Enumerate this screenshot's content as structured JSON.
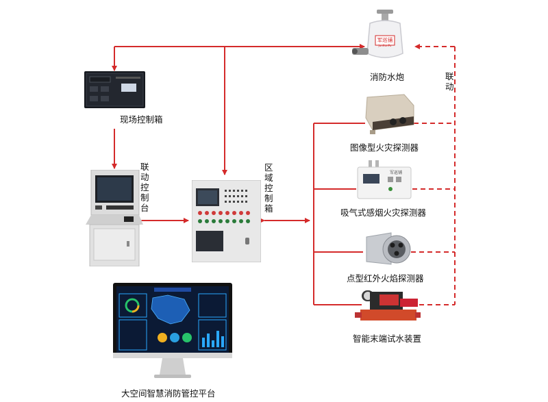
{
  "labels": {
    "water_cannon": "消防水炮",
    "field_box": "现场控制箱",
    "console": "联动控制台",
    "zone_box": "区域控制箱",
    "image_detector": "图像型火灾探测器",
    "aspirating_detector": "吸气式感烟火灾探测器",
    "ir_detector": "点型红外火焰探测器",
    "test_device": "智能末端试水装置",
    "platform": "大空间智慧消防管控平台",
    "linkage": "联动"
  },
  "device_text": {
    "cannon_brand": "军巡铺",
    "cannon_brand_en": "JunXunPu",
    "aspirating_brand": "军巡铺"
  },
  "colors": {
    "wire": "#d42a2a"
  }
}
